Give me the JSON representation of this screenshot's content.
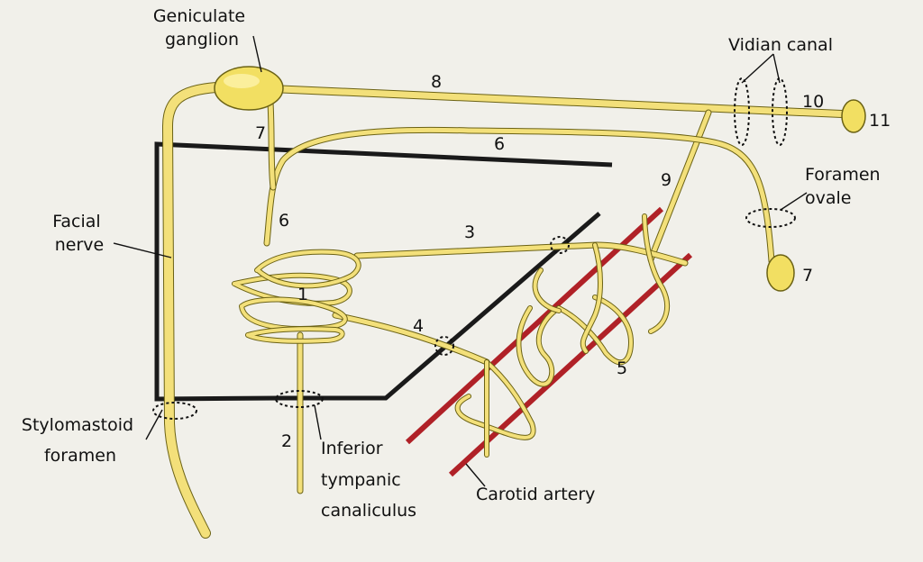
{
  "labels": {
    "geniculate_ganglion": [
      "Geniculate",
      "ganglion"
    ],
    "vidian_canal": "Vidian canal",
    "foramen_ovale": [
      "Foramen",
      "ovale"
    ],
    "facial_nerve": [
      "Facial",
      "nerve"
    ],
    "stylomastoid_foramen": [
      "Stylomastoid",
      "foramen"
    ],
    "inferior_tympanic_canaliculus": [
      "Inferior",
      "tympanic",
      "canaliculus"
    ],
    "carotid_artery": "Carotid artery"
  },
  "numbers": {
    "n1": "1",
    "n2": "2",
    "n3": "3",
    "n4": "4",
    "n5": "5",
    "n6_upper": "6",
    "n6_left": "6",
    "n7_left": "7",
    "n7_right": "7",
    "n8": "8",
    "n9": "9",
    "n10": "10",
    "n11": "11"
  },
  "colors": {
    "nerve": "#f2df62",
    "nerve_outline": "#6b6215",
    "bone": "#1a1a1a",
    "artery": "#b02127",
    "background": "#f1f0ea"
  }
}
